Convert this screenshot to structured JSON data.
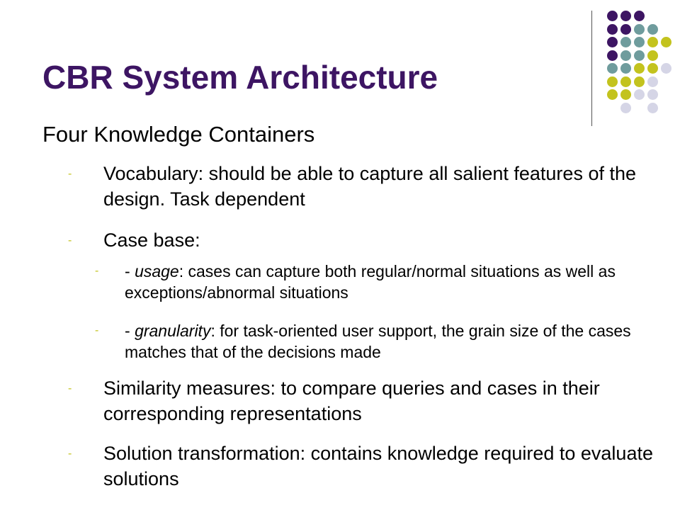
{
  "slide": {
    "title": "CBR System Architecture",
    "subtitle": "Four Knowledge Containers",
    "bullet_glyph": "-",
    "items": [
      {
        "text": "Vocabulary: should be able to capture all salient features of the design. Task dependent"
      },
      {
        "text": "Case base:",
        "sub_items": [
          {
            "prefix": "- ",
            "term": "usage",
            "rest": ": cases can capture both regular/normal situations as well as exceptions/abnormal situations"
          },
          {
            "prefix": "- ",
            "term": "granularity",
            "rest": ": for task-oriented user support, the grain size of the cases matches that of the decisions made"
          }
        ]
      },
      {
        "text": "Similarity measures: to compare queries and cases in their corresponding representations"
      },
      {
        "text": "Solution transformation: contains knowledge required to evaluate solutions"
      }
    ]
  },
  "decoration": {
    "colors": {
      "title": "#3d1563",
      "purple": "#3d1563",
      "teal": "#6f9c9d",
      "lime": "#c3c31e",
      "lavender": "#d5d5e6"
    }
  }
}
